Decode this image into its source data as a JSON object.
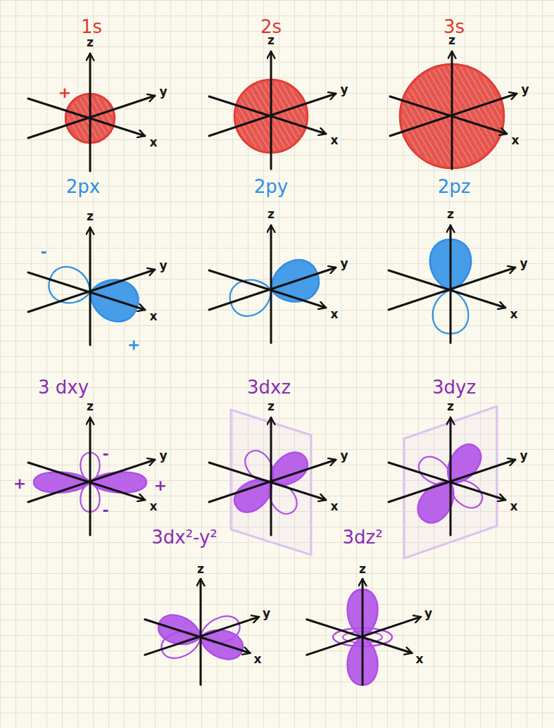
{
  "diagram": {
    "labels": [
      "1s",
      "+",
      "z",
      "y",
      "x",
      "2s",
      "z",
      "y",
      "x",
      "3s",
      "z",
      "y",
      "x",
      "2px",
      "-",
      "+",
      "z",
      "y",
      "x",
      "2py",
      "z",
      "y",
      "x",
      "2pz",
      "z",
      "y",
      "x",
      "3 dxy",
      "-",
      "+",
      "+",
      "-",
      "z",
      "y",
      "x",
      "3dxz",
      "z",
      "y",
      "x",
      "3dyz",
      "z",
      "y",
      "x",
      "3dx²-y²",
      "z",
      "y",
      "x",
      "3dz²",
      "z",
      "y",
      "x"
    ]
  }
}
